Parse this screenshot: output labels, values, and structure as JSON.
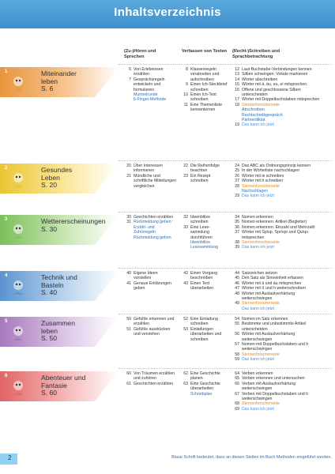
{
  "header": {
    "title": "Inhaltsverzeichnis"
  },
  "columns": {
    "c1": "(Zu-)Hören und Sprechen",
    "c2": "Verfassen von Texten",
    "c3": "(Recht-)Schreiben und Sprachbetrachtung"
  },
  "chapters": [
    {
      "num": "1",
      "title": "Miteinander leben",
      "page": "S. 6",
      "color": "#f6c38f",
      "accent": "#e8963e",
      "c1": [
        [
          "6",
          "Von Erlebnissen erzählen"
        ],
        [
          "7",
          "Gesprächsregeln entwickeln und formulieren"
        ],
        [
          "",
          "Murmelrunde"
        ],
        [
          "",
          "5-Finger-Methode"
        ]
      ],
      "c2": [
        [
          "8",
          "Klassenregeln verabreden und aufschreiben"
        ],
        [
          "9",
          "Einen Ich-Steckbrief schreiben"
        ],
        [
          "10",
          "Einen Ich-Text schreiben"
        ],
        [
          "11",
          "Eine Themenliste kennenlernen"
        ]
      ],
      "c3": [
        [
          "12",
          "Laut-Buchstabe-Verbindungen kennen"
        ],
        [
          "13",
          "Silben schwingen; Vokale markieren"
        ],
        [
          "14",
          "Wörter abschreiben"
        ],
        [
          "15",
          "Wörter mit ä, äu, eu, ei mitsprechen"
        ],
        [
          "16",
          "Offene und geschlossene Silben unterscheiden"
        ],
        [
          "17",
          "Wörter mit Doppelbuchstaben mitsprechen"
        ],
        [
          "18",
          "Sternenforscherseite"
        ],
        [
          "",
          "Abschreiben"
        ],
        [
          "",
          "Rechtschreibgespräch"
        ],
        [
          "",
          "Partnerdiktat"
        ],
        [
          "19",
          "Das kann ich jetzt"
        ]
      ]
    },
    {
      "num": "2",
      "title": "Gesundes Leben",
      "page": "S. 20",
      "color": "#fbe79a",
      "accent": "#e9c633",
      "c1": [
        [
          "20",
          "Über Interessen informieren"
        ],
        [
          "21",
          "Mündliche und schriftliche Mitteilungen vergleichen"
        ]
      ],
      "c2": [
        [
          "22",
          "Die Reihenfolge beachten"
        ],
        [
          "23",
          "Ein Rezept schreiben"
        ]
      ],
      "c3": [
        [
          "24",
          "Das ABC als Ordnungsprinzip kennen"
        ],
        [
          "25",
          "In der Wörterliste nachschlagen"
        ],
        [
          "26",
          "Wörter mit ie schreiben"
        ],
        [
          "27",
          "Wörter mit h schreiben"
        ],
        [
          "28",
          "Sternenforscherseite"
        ],
        [
          "",
          "Nachschlagen"
        ],
        [
          "29",
          "Das kann ich jetzt"
        ]
      ]
    },
    {
      "num": "3",
      "title": "Wettererscheinungen",
      "page": "S. 30",
      "color": "#c9e6b4",
      "accent": "#7cbf5b",
      "c1": [
        [
          "30",
          "Geschichten erzählen"
        ],
        [
          "31",
          "Rückmeldung geben"
        ],
        [
          "",
          "Erzähl- und Zuhörregeln"
        ],
        [
          "",
          "Rückmeldung geben"
        ]
      ],
      "c2": [
        [
          "32",
          "Ideenblitze schreiben"
        ],
        [
          "33",
          "Eine Lese-sammlung durchführen"
        ],
        [
          "",
          "Ideenblitze"
        ],
        [
          "",
          "Lesesammlung"
        ]
      ],
      "c3": [
        [
          "34",
          "Nomen erkennen"
        ],
        [
          "35",
          "Nomen erkennen: Artikel (Begleiter)"
        ],
        [
          "36",
          "Nomen erkennen: Einzahl und Mehrzahl"
        ],
        [
          "37",
          "Wörter mit Sp/sp, Spr/spr und Qu/qu mitsprechen"
        ],
        [
          "38",
          "Sternenforscherseite"
        ],
        [
          "39",
          "Das kann ich jetzt"
        ]
      ]
    },
    {
      "num": "4",
      "title": "Technik und Basteln",
      "page": "S. 40",
      "color": "#b9d4ee",
      "accent": "#5b93cf",
      "c1": [
        [
          "40",
          "Eigene Ideen vorstellen"
        ],
        [
          "41",
          "Genaue Erklärungen geben"
        ]
      ],
      "c2": [
        [
          "42",
          "Einen Vorgang beschreiben"
        ],
        [
          "43",
          "Einen Text überarbeiten"
        ]
      ],
      "c3": [
        [
          "44",
          "Satzzeichen setzen"
        ],
        [
          "45",
          "Den Satz als Sinneinheit erfassen"
        ],
        [
          "46",
          "Wörter mit ä und äu mitsprechen"
        ],
        [
          "47",
          "Wörter mit ß und h weiterschreiben"
        ],
        [
          "48",
          "Wörter mit Auslautverhärtung weiterschwingen"
        ],
        [
          "49",
          "Sternenforscherseite"
        ],
        [
          "",
          "Das kann ich jetzt"
        ]
      ]
    },
    {
      "num": "5",
      "title": "Zusammen leben",
      "page": "S. 50",
      "color": "#dcc6e6",
      "accent": "#a679bd",
      "c1": [
        [
          "50",
          "Gefühle erkennen und erzählen"
        ],
        [
          "51",
          "Gefühle ausdrücken und verstehen"
        ]
      ],
      "c2": [
        [
          "52",
          "Eine Einladung schreiben"
        ],
        [
          "53",
          "Einladungen überarbeiten und schreiben"
        ]
      ],
      "c3": [
        [
          "54",
          "Nomen im Satz erkennen"
        ],
        [
          "55",
          "Bestimmte und unbestimmte Artikel unterscheiden"
        ],
        [
          "56",
          "Wörter mit Auslautverhärtung weiterschwingen"
        ],
        [
          "57",
          "Nomen mit Doppelbuchstaben und h weiterschwingen"
        ],
        [
          "58",
          "Sternenforscherseite"
        ],
        [
          "59",
          "Das kann ich jetzt"
        ]
      ]
    },
    {
      "num": "6",
      "title": "Abenteuer und Fantasie",
      "page": "S. 60",
      "color": "#f6b6b6",
      "accent": "#e06565",
      "c1": [
        [
          "60",
          "Von Träumen erzählen und zuhören"
        ],
        [
          "61",
          "Geschichten erzählen"
        ]
      ],
      "c2": [
        [
          "62",
          "Eine Geschichte planen"
        ],
        [
          "63",
          "Eine Geschichte überarbeiten"
        ],
        [
          "",
          "Schreibplan"
        ]
      ],
      "c3": [
        [
          "64",
          "Verben erkennen"
        ],
        [
          "65",
          "Verben erkennen und untersuchen"
        ],
        [
          "66",
          "Verben mit Auslautverhärtung weiterschwingen"
        ],
        [
          "67",
          "Verben mit Doppelbuchstaben und h weiterschwingen"
        ],
        [
          "68",
          "Sternenforscherseite"
        ],
        [
          "69",
          "Das kann ich jetzt"
        ]
      ]
    }
  ],
  "footer": {
    "page": "2",
    "note": "Blaue Schrift bedeutet, dass an diesen Stellen im Buch Methoden eingeführt werden."
  }
}
